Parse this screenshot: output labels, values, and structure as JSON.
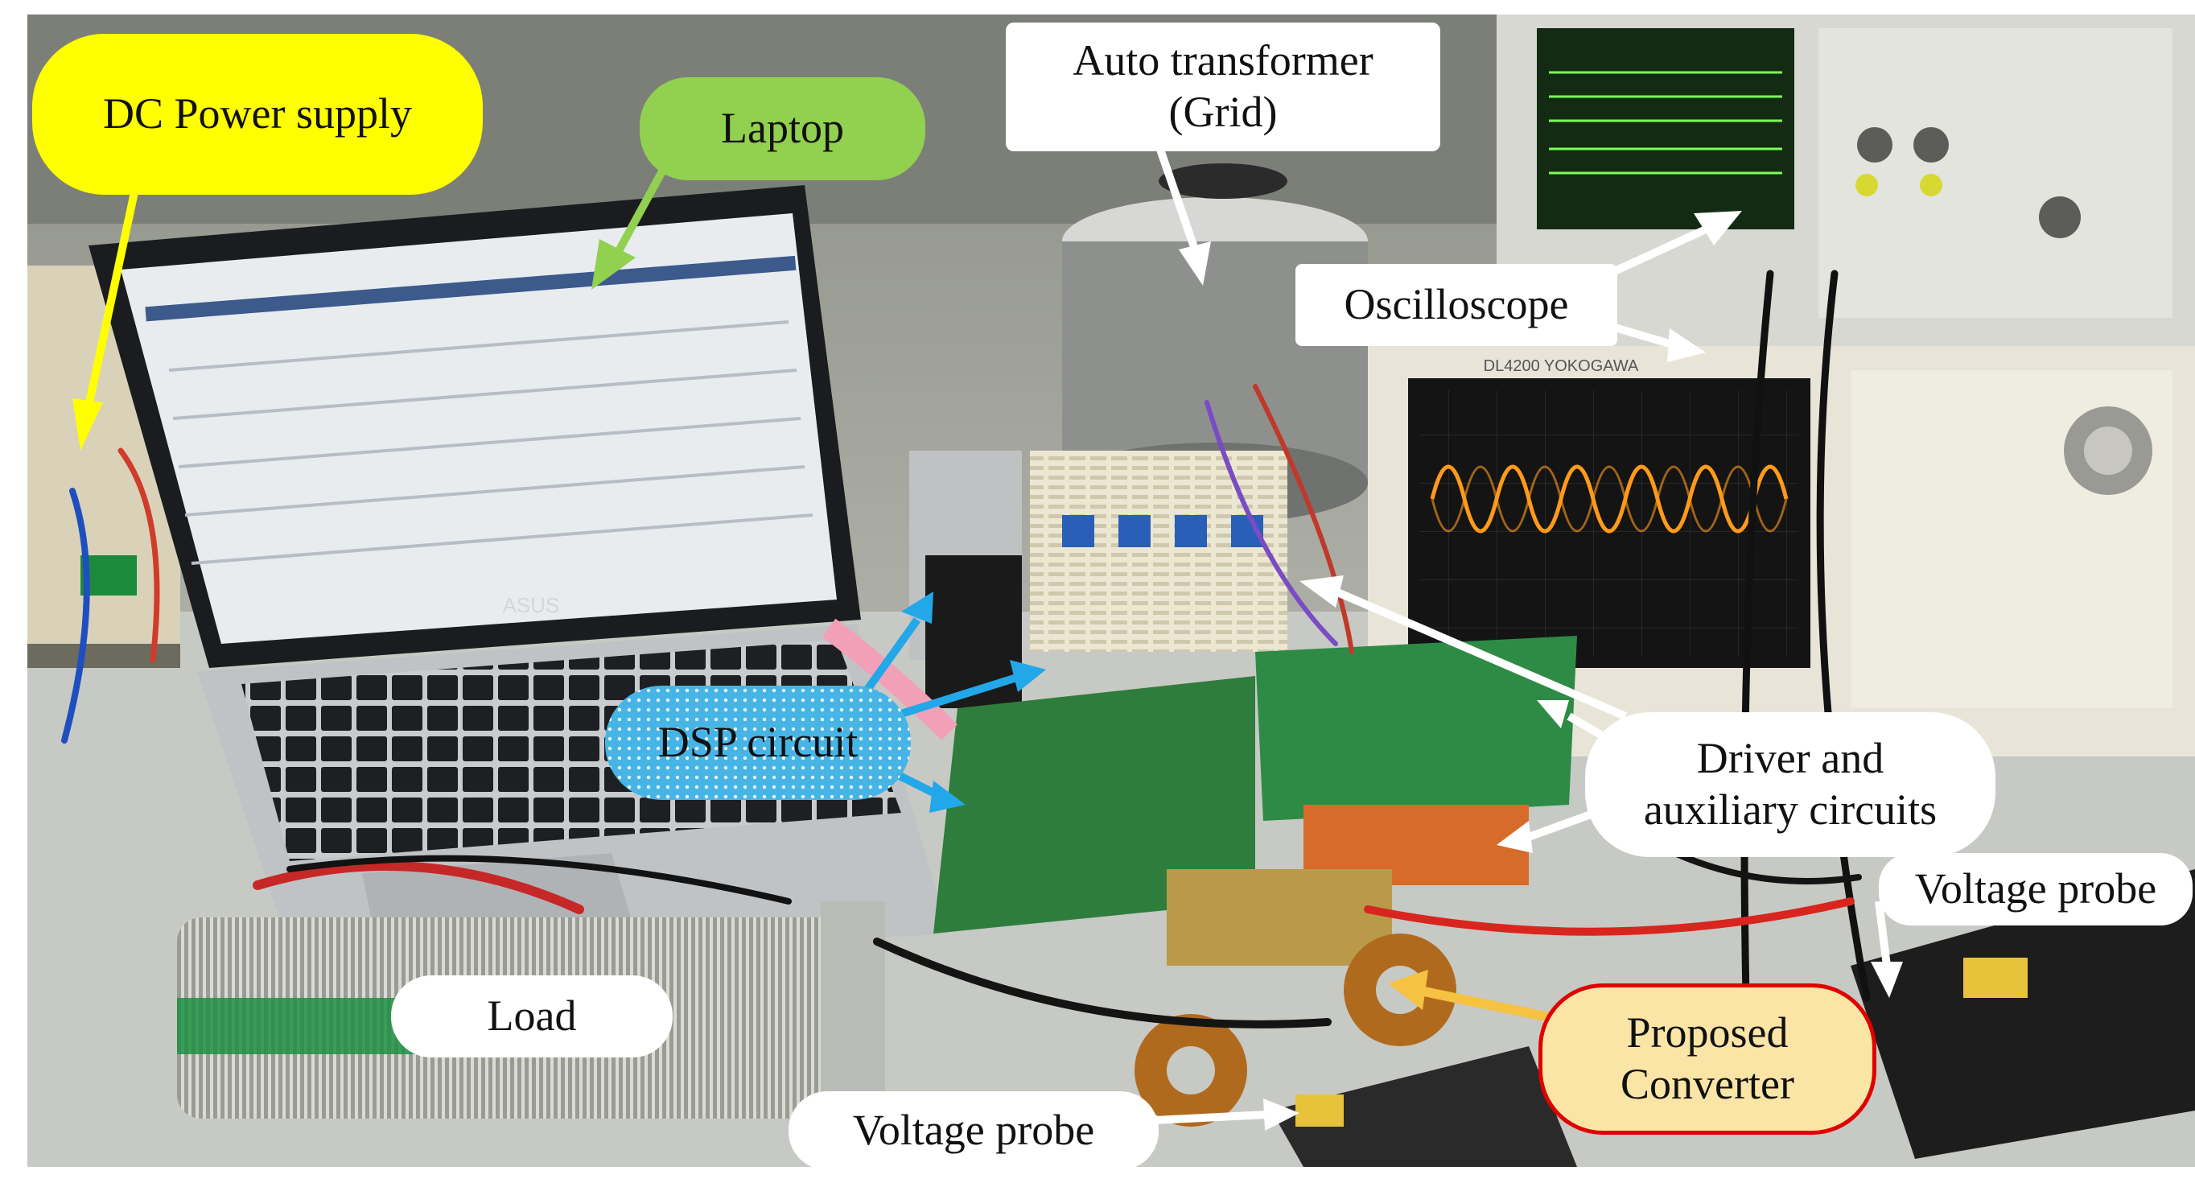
{
  "labels": {
    "dc_power_supply": "DC Power supply",
    "laptop": "Laptop",
    "auto_transformer_line1": "Auto transformer",
    "auto_transformer_line2": "(Grid)",
    "oscilloscope": "Oscilloscope",
    "dsp_circuit": "DSP circuit",
    "driver_line1": "Driver and",
    "driver_line2": "auxiliary circuits",
    "voltage_probe_right": "Voltage probe",
    "load": "Load",
    "proposed_line1": "Proposed",
    "proposed_line2": "Converter",
    "voltage_probe_bottom": "Voltage probe"
  },
  "laptop_brand": "ASUS",
  "scope_brand": "DL4200 YOKOGAWA",
  "colors": {
    "dc_label_fill": "#ffff00",
    "laptop_label_fill": "#92d050",
    "dsp_label_fill": "#47b4e6",
    "proposed_label_fill": "#fbe5a6",
    "proposed_label_border": "#e00000",
    "arrow_yellow": "#ffff00",
    "arrow_green": "#92d050",
    "arrow_blue": "#22a8e8",
    "arrow_white": "#ffffff",
    "arrow_gold": "#f5c242",
    "scope_trace_green": "#7cff5a",
    "scope_trace_orange": "#ff9a1a"
  }
}
